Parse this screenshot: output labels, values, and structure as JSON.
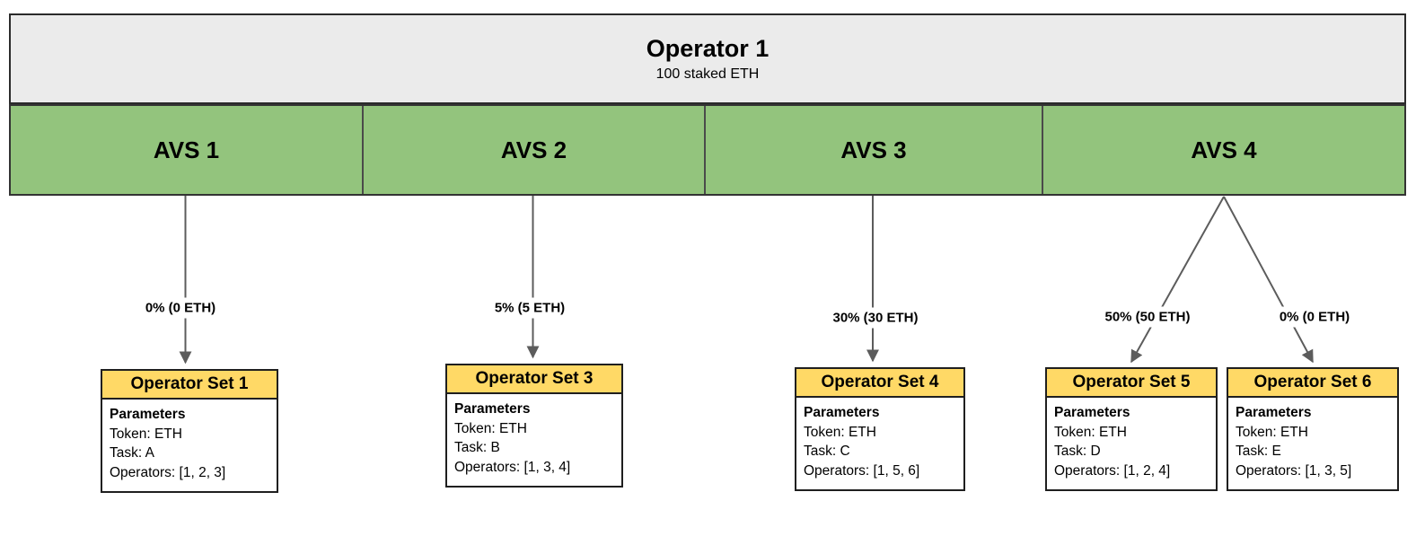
{
  "diagram": {
    "operator": {
      "title": "Operator 1",
      "subtitle": "100 staked ETH"
    },
    "avs_list": [
      {
        "label": "AVS 1"
      },
      {
        "label": "AVS 2"
      },
      {
        "label": "AVS 3"
      },
      {
        "label": "AVS 4"
      }
    ],
    "allocations": [
      {
        "from": "AVS 1",
        "to": "Operator Set 1",
        "label": "0% (0 ETH)"
      },
      {
        "from": "AVS 2",
        "to": "Operator Set 3",
        "label": "5% (5 ETH)"
      },
      {
        "from": "AVS 3",
        "to": "Operator Set 4",
        "label": "30% (30 ETH)"
      },
      {
        "from": "AVS 4",
        "to": "Operator Set 5",
        "label": "50% (50 ETH)"
      },
      {
        "from": "AVS 4",
        "to": "Operator Set 6",
        "label": "0% (0 ETH)"
      }
    ],
    "operator_sets": [
      {
        "title": "Operator Set 1",
        "params_heading": "Parameters",
        "token": "Token: ETH",
        "task": "Task: A",
        "operators": "Operators: [1, 2, 3]"
      },
      {
        "title": "Operator Set 3",
        "params_heading": "Parameters",
        "token": "Token: ETH",
        "task": "Task: B",
        "operators": "Operators: [1, 3, 4]"
      },
      {
        "title": "Operator Set 4",
        "params_heading": "Parameters",
        "token": "Token: ETH",
        "task": "Task: C",
        "operators": "Operators: [1, 5, 6]"
      },
      {
        "title": "Operator Set 5",
        "params_heading": "Parameters",
        "token": "Token: ETH",
        "task": "Task: D",
        "operators": "Operators: [1, 2, 4]"
      },
      {
        "title": "Operator Set 6",
        "params_heading": "Parameters",
        "token": "Token: ETH",
        "task": "Task: E",
        "operators": "Operators: [1, 3, 5]"
      }
    ],
    "colors": {
      "operator_bg": "#ebebeb",
      "avs_bg": "#93c47d",
      "set_header_bg": "#ffd966",
      "arrow": "#5c5c5c",
      "border_dark": "#1f1f1f"
    }
  }
}
